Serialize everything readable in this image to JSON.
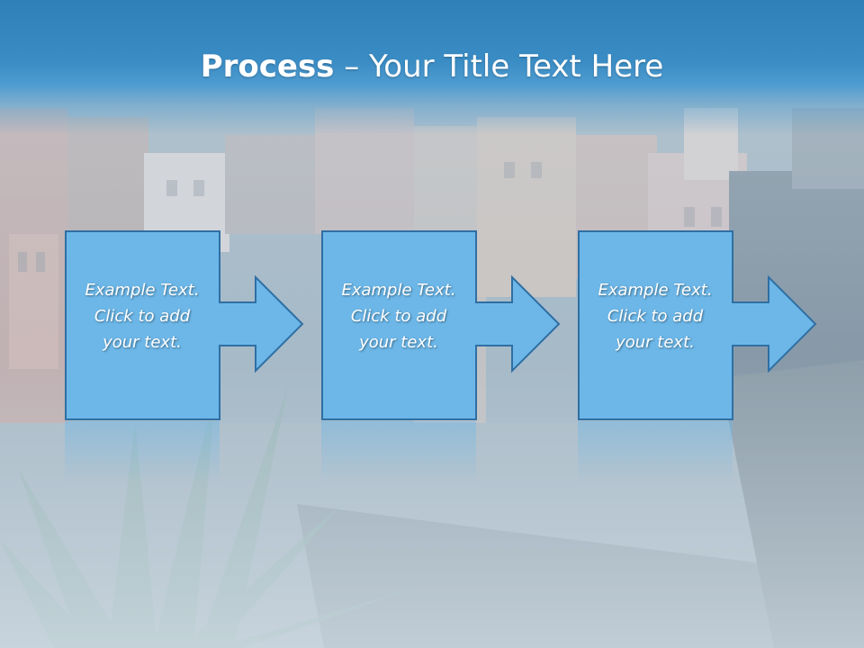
{
  "slide": {
    "title_bold": "Process",
    "title_rest": " – Your Title Text Here",
    "colors": {
      "title_band": "#3a8cc4",
      "box_fill": "#6cb7e8",
      "box_stroke": "#2f6fa3",
      "text": "#ffffff"
    }
  },
  "steps": [
    {
      "text": "Example Text.\nClick  to add\nyour text."
    },
    {
      "text": "Example Text.\nClick  to add\nyour text."
    },
    {
      "text": "Example Text.\nClick  to add\nyour text."
    }
  ]
}
